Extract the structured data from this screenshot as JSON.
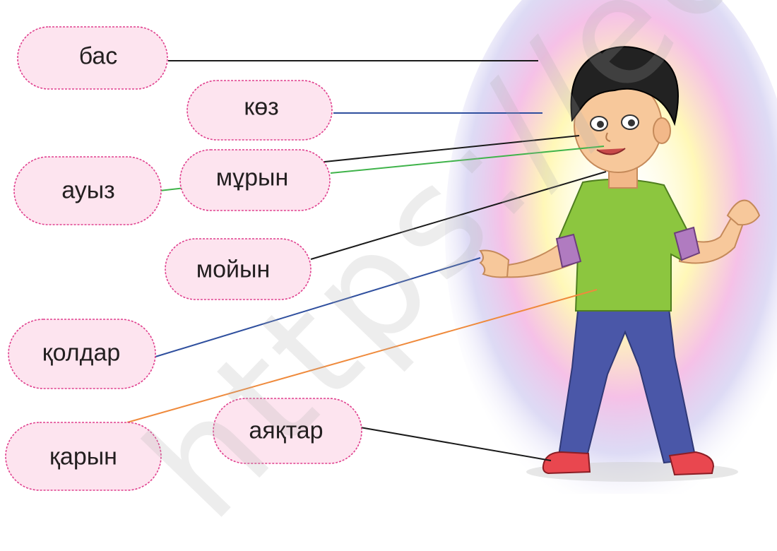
{
  "labels": {
    "head": "бас",
    "eyes": "көз",
    "mouth": "ауыз",
    "nose": "мұрын",
    "neck": "мойын",
    "hands": "қолдар",
    "belly": "қарын",
    "legs": "аяқтар"
  },
  "watermark": "https://edupo",
  "colors": {
    "cloud_fill": "#fde4ef",
    "cloud_border": "#e0408e",
    "line_black": "#1a1a1a",
    "line_blue": "#2f4f9e",
    "line_green": "#3fb34a",
    "line_orange": "#ef8a3c",
    "shirt": "#8cc63f",
    "pants": "#4a57a8",
    "hair": "#222222",
    "skin": "#f7c89b",
    "sleeve": "#b07bc0"
  }
}
